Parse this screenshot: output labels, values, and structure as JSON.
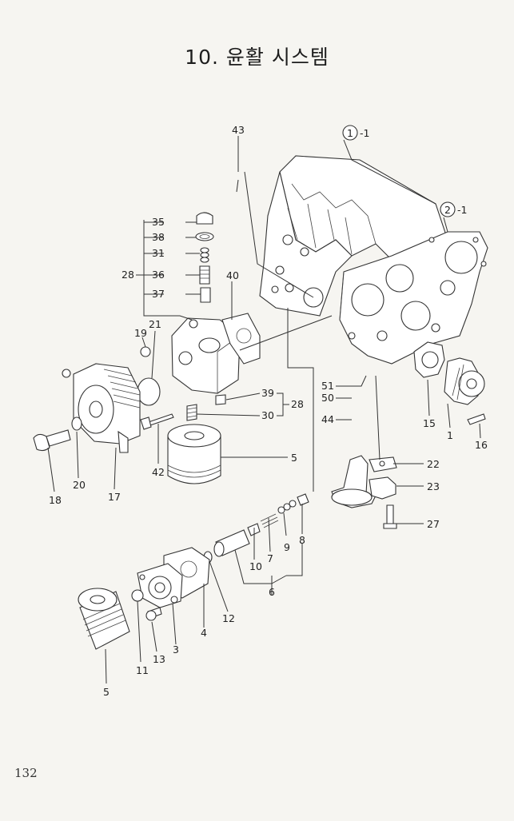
{
  "title": "10. 윤활 시스템",
  "page_number": "132",
  "callouts": {
    "c43": "43",
    "c1_1": "1",
    "c1_1s": "-1",
    "c2_1": "2",
    "c2_1s": "-1",
    "c35": "35",
    "c38": "38",
    "c31": "31",
    "c28a": "28",
    "c36": "36",
    "c37": "37",
    "c40": "40",
    "c19": "19",
    "c21": "21",
    "c39": "39",
    "c28b": "28",
    "c30": "30",
    "c51": "51",
    "c50": "50",
    "c44": "44",
    "c15": "15",
    "c1": "1",
    "c16": "16",
    "c42": "42",
    "c5a": "5",
    "c18": "18",
    "c20": "20",
    "c17": "17",
    "c22": "22",
    "c23": "23",
    "c27": "27",
    "c10": "10",
    "c7": "7",
    "c9": "9",
    "c8": "8",
    "c6": "6",
    "c12": "12",
    "c4": "4",
    "c3": "3",
    "c13": "13",
    "c11": "11",
    "c5b": "5"
  }
}
